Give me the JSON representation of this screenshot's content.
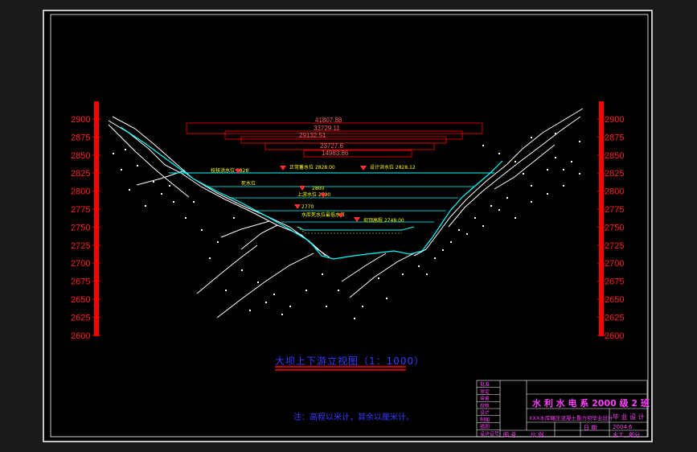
{
  "drawing": {
    "title": "大坝上下游立视图（1：1000）",
    "note": "注：高程以米计，其余以厘米计。",
    "elevations_left": [
      "2900",
      "2875",
      "2850",
      "2825",
      "2800",
      "2775",
      "2750",
      "2725",
      "2700",
      "2675",
      "2650",
      "2625",
      "2600"
    ],
    "elevations_right": [
      "2900",
      "2875",
      "2850",
      "2825",
      "2800",
      "2775",
      "2750",
      "2725",
      "2700",
      "2675",
      "2650",
      "2625",
      "2600"
    ],
    "dimensions": [
      "41807.88",
      "33729.11",
      "29132.51",
      "23727.6",
      "14983.86"
    ],
    "water_levels": [
      {
        "label": "校核洪水位",
        "value": "2828"
      },
      {
        "label": "正常蓄水位",
        "value": "2828.00"
      },
      {
        "label": "设计洪水位",
        "value": "2828.12"
      },
      {
        "label": "2800"
      },
      {
        "label": "死水位"
      },
      {
        "label": "上游水位",
        "value": "2790"
      },
      {
        "label": "2770"
      },
      {
        "label": "水库死水位最低水位"
      },
      {
        "label": "坝顶高程",
        "value": "2748.00"
      }
    ],
    "colors": {
      "background": "#000000",
      "scale": "#ff0000",
      "water": "#00ffff",
      "terrain": "#ffffff",
      "dims": "#ff0000",
      "labels": "#ffff00",
      "title": "#3a3aff",
      "titleblock": "#ff40ff"
    }
  },
  "titleblock": {
    "header": "水 利 水 电 系 2000 级 2 班",
    "project": "XXX水库碾压混凝土重力坝毕业设计",
    "subtitle": "毕 业 设 计",
    "rows": [
      "批准",
      "审定",
      "审查",
      "校核",
      "设计",
      "制图",
      "描图",
      "设计证号"
    ],
    "bottom": [
      "比 例",
      "图 号",
      "日 期",
      "2004.6",
      "水工",
      "部分"
    ]
  }
}
